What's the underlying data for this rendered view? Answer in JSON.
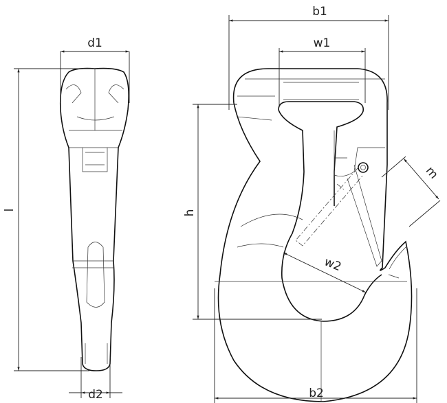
{
  "drawing": {
    "dimensions": {
      "d1": "d1",
      "l": "l",
      "d2": "d2",
      "b1": "b1",
      "w1": "w1",
      "h": "h",
      "m": "m",
      "w2": "w2",
      "b2": "b2"
    }
  }
}
